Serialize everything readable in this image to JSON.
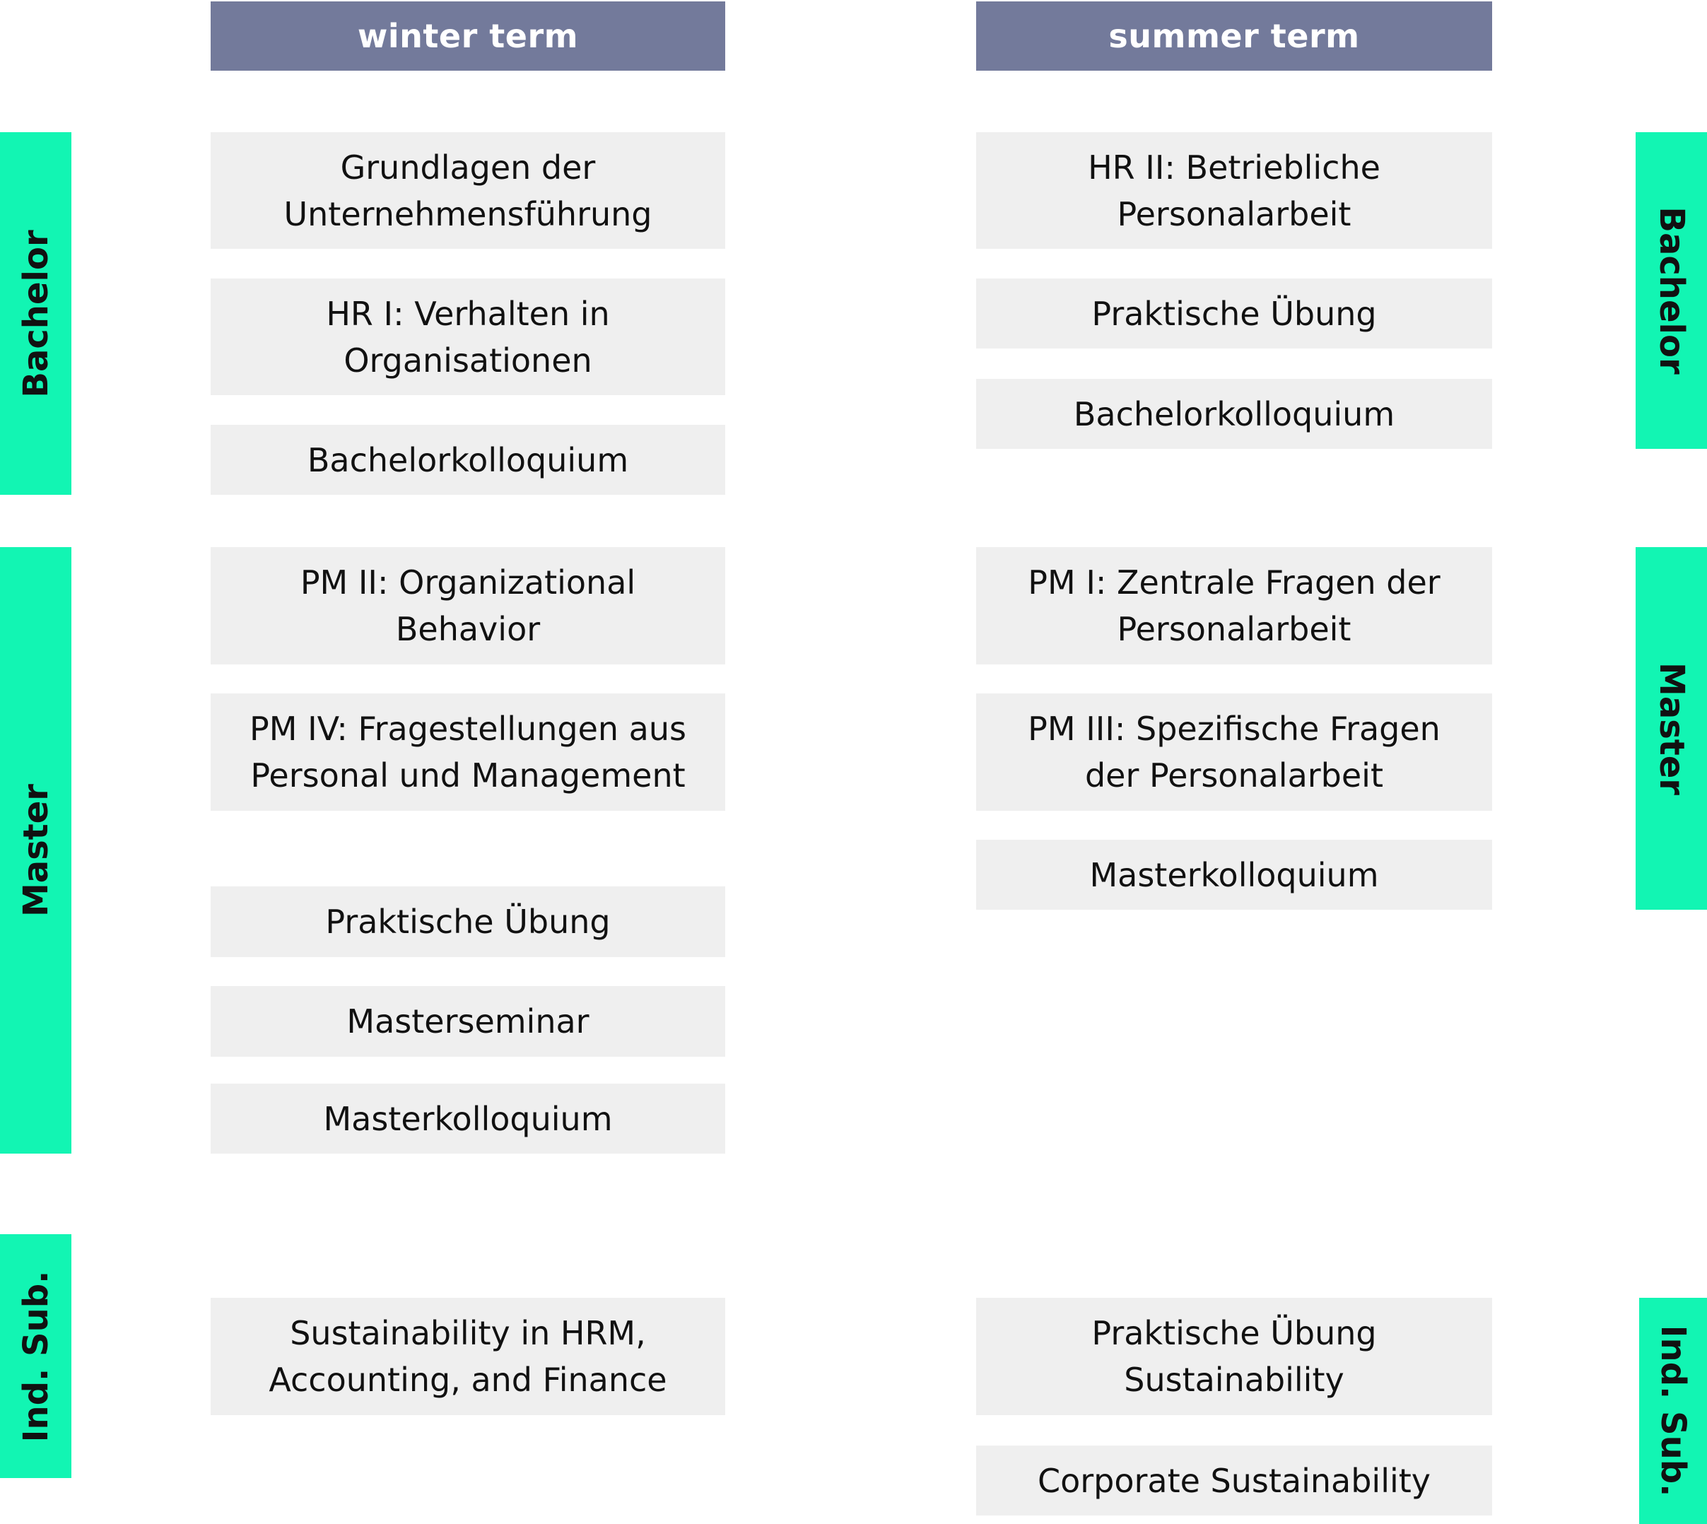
{
  "headers": {
    "winter": "winter term",
    "summer": "summer term"
  },
  "levels": {
    "bachelor": "Bachelor",
    "master": "Master",
    "ind_sub": "Ind. Sub."
  },
  "winter": {
    "bachelor": [
      "Grundlagen der\nUnternehmensführung",
      "HR I: Verhalten in\nOrganisationen",
      "Bachelorkolloquium"
    ],
    "master": [
      "PM II: Organizational\nBehavior",
      "PM IV: Fragestellungen aus\nPersonal und Management",
      "Praktische Übung",
      "Masterseminar",
      "Masterkolloquium"
    ],
    "ind_sub": [
      "Sustainability in HRM,\nAccounting, and Finance"
    ]
  },
  "summer": {
    "bachelor": [
      "HR II: Betriebliche\nPersonalarbeit",
      "Praktische Übung",
      "Bachelorkolloquium"
    ],
    "master": [
      "PM I: Zentrale Fragen der\nPersonalarbeit",
      "PM III: Spezifische Fragen\nder Personalarbeit",
      "Masterkolloquium"
    ],
    "ind_sub": [
      "Praktische Übung\nSustainability",
      "Corporate Sustainability"
    ]
  },
  "colors": {
    "header_bg": "#737a9b",
    "level_bg": "#12f5b3",
    "course_bg": "#efefef"
  }
}
